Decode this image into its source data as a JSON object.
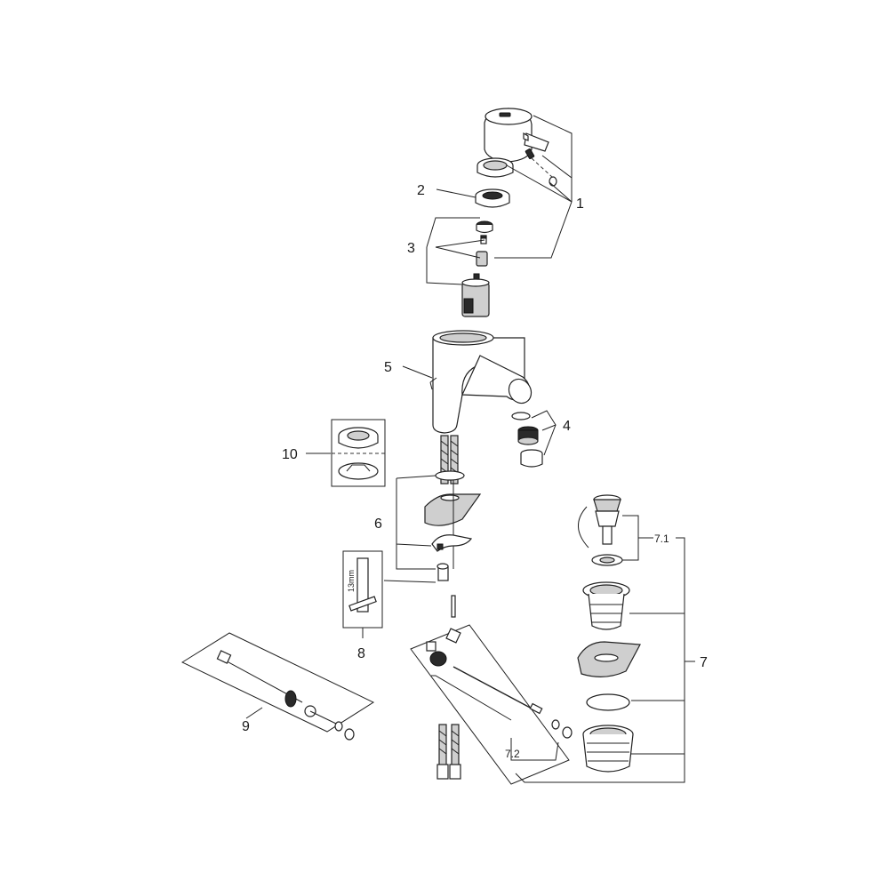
{
  "callouts": {
    "c1": "1",
    "c2": "2",
    "c3": "3",
    "c4": "4",
    "c5": "5",
    "c6": "6",
    "c7": "7",
    "c7_1": "7.1",
    "c7_2": "7.2",
    "c8": "8",
    "c9": "9",
    "c10": "10"
  },
  "tool": {
    "size_label": "13mm"
  }
}
